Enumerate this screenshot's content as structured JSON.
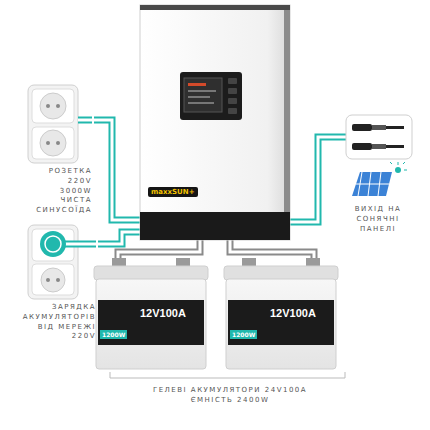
{
  "diagram": {
    "nodes": [
      {
        "text": [
          "maxxSUN+"
        ]
      },
      {
        "text": [
          "РОЗЕТКА 220V 3000W ЧИСТА СИНУСОЇДА"
        ]
      },
      {
        "text": [
          "ЗАРЯДКА АКУМУЛЯТОРІВ ВІД МЕРЕЖІ 220V"
        ]
      },
      {
        "text": [
          "ВИХІД НА СОНЯЧНІ ПАНЕЛІ"
        ]
      },
      {
        "text": [
          "12V100A",
          "1200W"
        ]
      },
      {
        "text": [
          "12V100A",
          "1200W"
        ]
      }
    ],
    "edges": [
      {
        "from": 0,
        "to": 1,
        "arrow": "none"
      },
      {
        "from": 2,
        "to": 0,
        "arrow": "none"
      },
      {
        "from": 0,
        "to": 3,
        "arrow": "none"
      },
      {
        "from": 0,
        "to": 4,
        "arrow": "none"
      },
      {
        "from": 0,
        "to": 5,
        "arrow": "none"
      }
    ],
    "labels": [
      "ГЕЛЕВІ АКУМУЛЯТОРИ 24V100A ЄМНІСТЬ 2400W"
    ]
  }
}
